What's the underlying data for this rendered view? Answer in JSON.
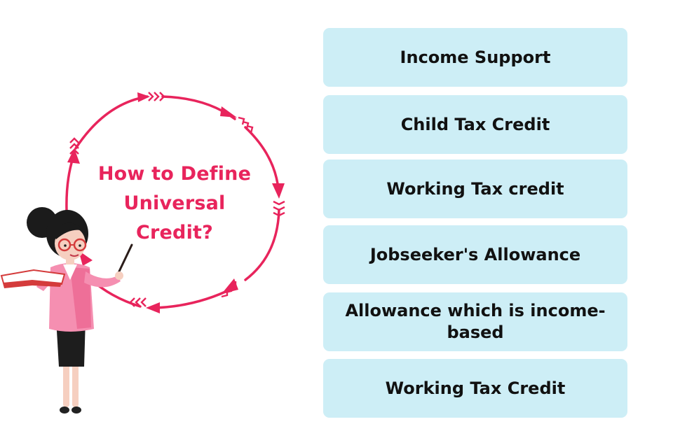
{
  "title": {
    "line1": "How to Define",
    "line2": "Universal",
    "line3": "Credit?"
  },
  "items": [
    "Income Support",
    "Child Tax Credit",
    "Working Tax credit",
    "Jobseeker's Allowance",
    "Allowance which is income-based",
    "Working Tax Credit"
  ],
  "colors": {
    "accent": "#e8245c",
    "card_bg": "#cdeef6",
    "text": "#111111"
  }
}
